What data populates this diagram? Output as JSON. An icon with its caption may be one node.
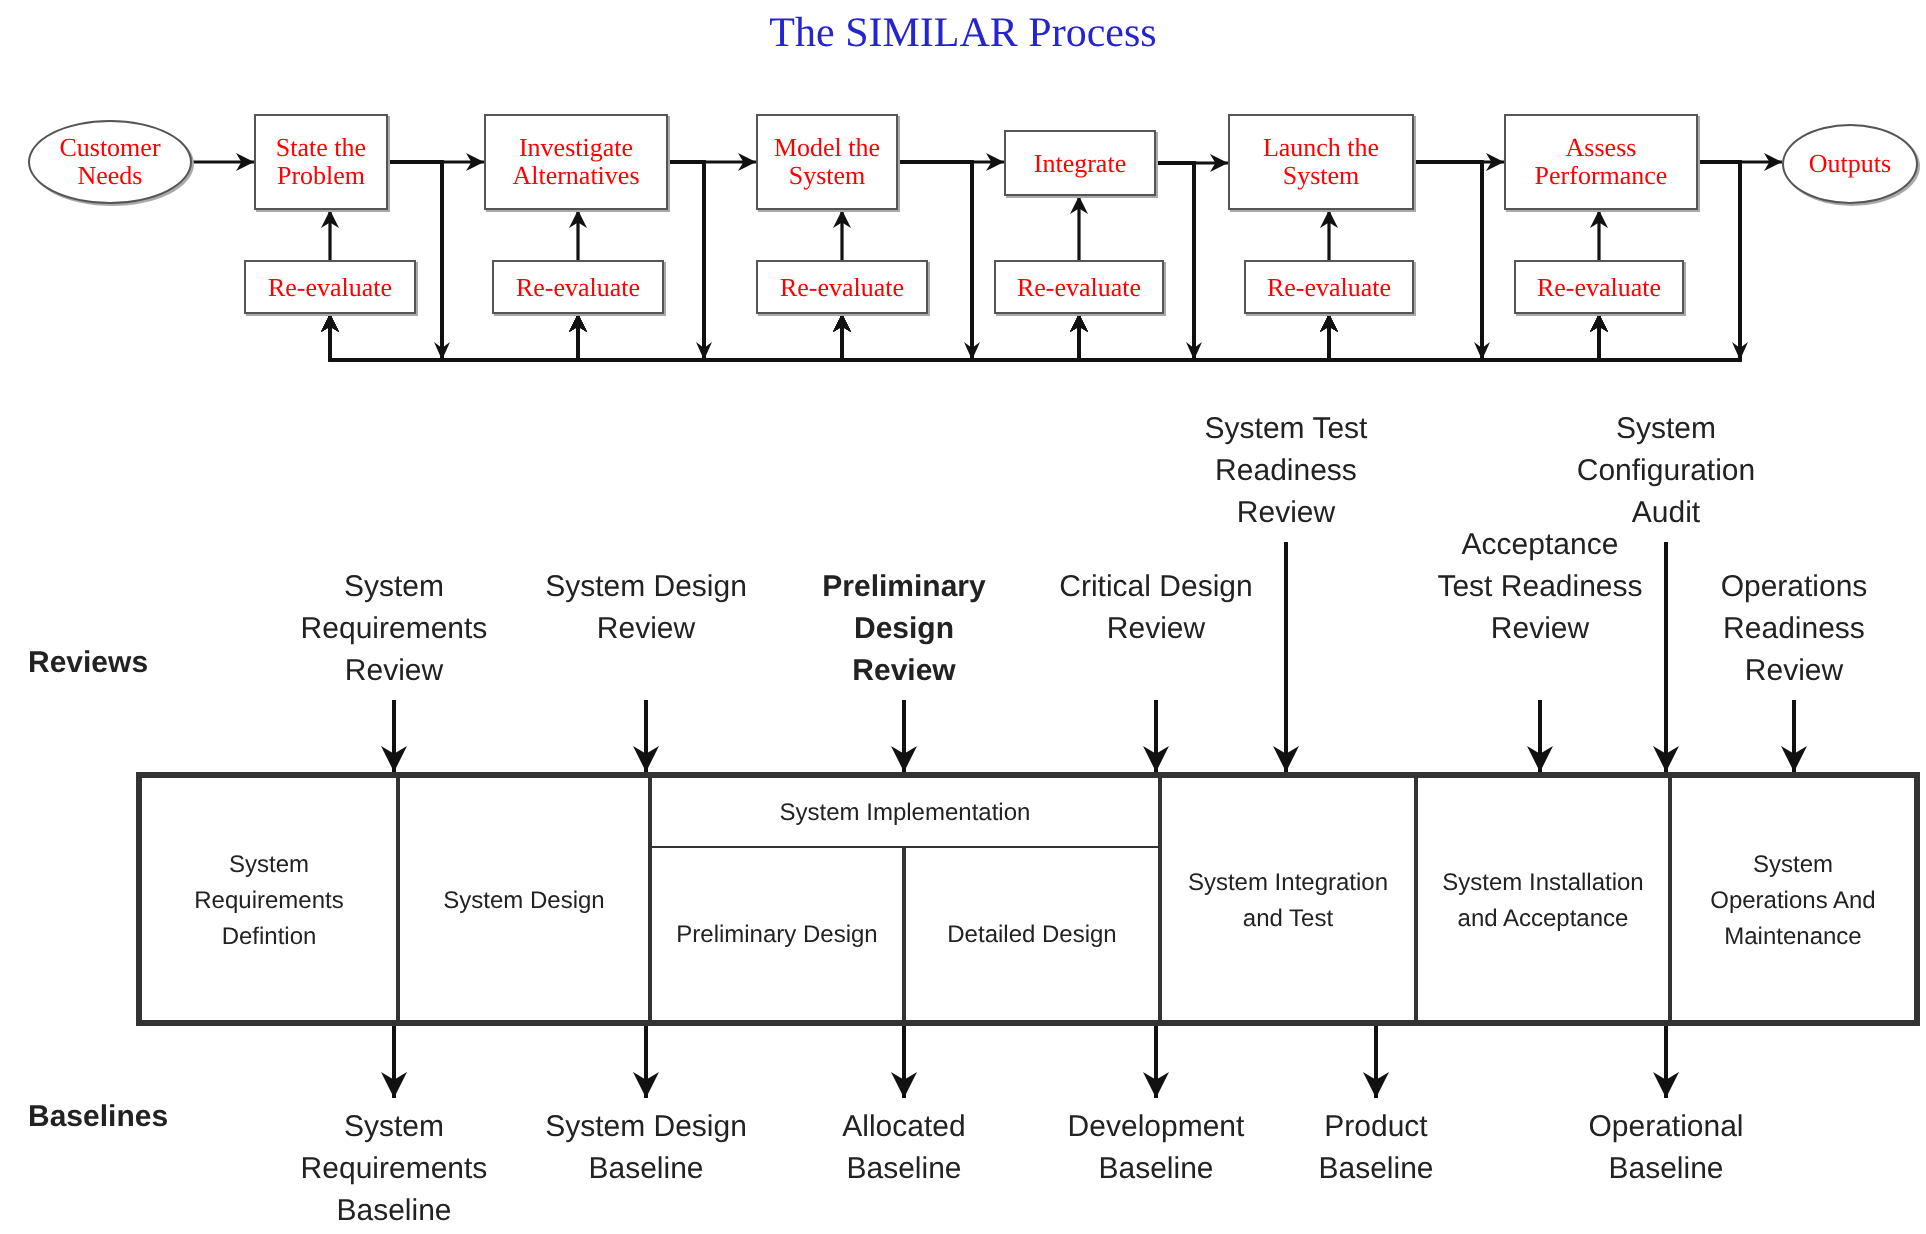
{
  "diagram": {
    "title": "The SIMILAR Process",
    "nodes": [
      {
        "text": [
          "Customer Needs"
        ]
      },
      {
        "text": [
          "State the Problem"
        ]
      },
      {
        "text": [
          "Investigate Alternatives"
        ]
      },
      {
        "text": [
          "Model the System"
        ]
      },
      {
        "text": [
          "Integrate"
        ]
      },
      {
        "text": [
          "Launch the System"
        ]
      },
      {
        "text": [
          "Assess Performance"
        ]
      },
      {
        "text": [
          "Outputs"
        ]
      },
      {
        "text": [
          "Re-evaluate"
        ]
      },
      {
        "text": [
          "Re-evaluate"
        ]
      },
      {
        "text": [
          "Re-evaluate"
        ]
      },
      {
        "text": [
          "Re-evaluate"
        ]
      },
      {
        "text": [
          "Re-evaluate"
        ]
      },
      {
        "text": [
          "Re-evaluate"
        ]
      },
      {
        "text": [
          "System Requirements Review"
        ]
      },
      {
        "text": [
          "System Design Review"
        ]
      },
      {
        "text": [
          "Preliminary Design Review"
        ]
      },
      {
        "text": [
          "Critical Design Review"
        ]
      },
      {
        "text": [
          "System Test Readiness Review"
        ]
      },
      {
        "text": [
          "System Configuration Audit"
        ]
      },
      {
        "text": [
          "Acceptance Test Readiness Review"
        ]
      },
      {
        "text": [
          "Operations Readiness Review"
        ]
      },
      {
        "text": [],
        "shape": "box"
      },
      {
        "text": [
          "System Requirements Defintion"
        ],
        "in": 22
      },
      {
        "text": [
          "System Design"
        ],
        "in": 22
      },
      {
        "text": [
          "System Implementation"
        ],
        "in": 22
      },
      {
        "text": [
          "Preliminary Design"
        ],
        "in": 22
      },
      {
        "text": [
          "Detailed Design"
        ],
        "in": 22
      },
      {
        "text": [
          "System Integration and Test"
        ],
        "in": 22
      },
      {
        "text": [
          "System Installation and Acceptance"
        ],
        "in": 22
      },
      {
        "text": [
          "System Operations And Maintenance"
        ],
        "in": 22
      },
      {
        "text": [
          "System Requirements Baseline"
        ]
      },
      {
        "text": [
          "System Design Baseline"
        ]
      },
      {
        "text": [
          "Allocated Baseline"
        ]
      },
      {
        "text": [
          "Development Baseline"
        ]
      },
      {
        "text": [
          "Product Baseline"
        ]
      },
      {
        "text": [
          "Operational Baseline"
        ]
      }
    ],
    "edges": [
      {
        "from": 0,
        "to": 1,
        "arrow": "to"
      },
      {
        "from": 1,
        "to": 2,
        "arrow": "to"
      },
      {
        "from": 2,
        "to": 3,
        "arrow": "to"
      },
      {
        "from": 3,
        "to": 4,
        "arrow": "to"
      },
      {
        "from": 4,
        "to": 5,
        "arrow": "to"
      },
      {
        "from": 5,
        "to": 6,
        "arrow": "to"
      },
      {
        "from": 6,
        "to": 7,
        "arrow": "to"
      },
      {
        "from": 8,
        "to": 1,
        "arrow": "to"
      },
      {
        "from": 9,
        "to": 2,
        "arrow": "to"
      },
      {
        "from": 10,
        "to": 3,
        "arrow": "to"
      },
      {
        "from": 11,
        "to": 4,
        "arrow": "to"
      },
      {
        "from": 12,
        "to": 5,
        "arrow": "to"
      },
      {
        "from": 13,
        "to": 6,
        "arrow": "to"
      },
      {
        "from": 1,
        "to": 8,
        "arrow": "to"
      },
      {
        "from": 1,
        "to": 9,
        "arrow": "to"
      },
      {
        "from": 1,
        "to": 10,
        "arrow": "to"
      },
      {
        "from": 1,
        "to": 11,
        "arrow": "to"
      },
      {
        "from": 1,
        "to": 12,
        "arrow": "to"
      },
      {
        "from": 1,
        "to": 13,
        "arrow": "to"
      },
      {
        "from": 2,
        "to": 8,
        "arrow": "to"
      },
      {
        "from": 2,
        "to": 9,
        "arrow": "to"
      },
      {
        "from": 2,
        "to": 10,
        "arrow": "to"
      },
      {
        "from": 2,
        "to": 11,
        "arrow": "to"
      },
      {
        "from": 2,
        "to": 12,
        "arrow": "to"
      },
      {
        "from": 2,
        "to": 13,
        "arrow": "to"
      },
      {
        "from": 3,
        "to": 8,
        "arrow": "to"
      },
      {
        "from": 3,
        "to": 9,
        "arrow": "to"
      },
      {
        "from": 3,
        "to": 10,
        "arrow": "to"
      },
      {
        "from": 3,
        "to": 11,
        "arrow": "to"
      },
      {
        "from": 3,
        "to": 12,
        "arrow": "to"
      },
      {
        "from": 3,
        "to": 13,
        "arrow": "to"
      },
      {
        "from": 4,
        "to": 8,
        "arrow": "to"
      },
      {
        "from": 4,
        "to": 9,
        "arrow": "to"
      },
      {
        "from": 4,
        "to": 10,
        "arrow": "to"
      },
      {
        "from": 4,
        "to": 11,
        "arrow": "to"
      },
      {
        "from": 4,
        "to": 12,
        "arrow": "to"
      },
      {
        "from": 4,
        "to": 13,
        "arrow": "to"
      },
      {
        "from": 5,
        "to": 8,
        "arrow": "to"
      },
      {
        "from": 5,
        "to": 9,
        "arrow": "to"
      },
      {
        "from": 5,
        "to": 10,
        "arrow": "to"
      },
      {
        "from": 5,
        "to": 11,
        "arrow": "to"
      },
      {
        "from": 5,
        "to": 12,
        "arrow": "to"
      },
      {
        "from": 5,
        "to": 13,
        "arrow": "to"
      },
      {
        "from": 6,
        "to": 8,
        "arrow": "to"
      },
      {
        "from": 6,
        "to": 9,
        "arrow": "to"
      },
      {
        "from": 6,
        "to": 10,
        "arrow": "to"
      },
      {
        "from": 6,
        "to": 11,
        "arrow": "to"
      },
      {
        "from": 6,
        "to": 12,
        "arrow": "to"
      },
      {
        "from": 6,
        "to": 13,
        "arrow": "to"
      },
      {
        "from": 14,
        "to": 31,
        "arrow": "to"
      },
      {
        "from": 15,
        "to": 32,
        "arrow": "to"
      },
      {
        "from": 16,
        "to": 25,
        "arrow": "to"
      },
      {
        "from": 17,
        "to": 34,
        "arrow": "to"
      },
      {
        "from": 18,
        "to": 28,
        "arrow": "to"
      },
      {
        "from": 19,
        "to": 36,
        "arrow": "to"
      },
      {
        "from": 20,
        "to": 29,
        "arrow": "to"
      },
      {
        "from": 21,
        "to": 30,
        "arrow": "to"
      },
      {
        "from": 28,
        "to": 35,
        "arrow": "to"
      },
      {
        "from": 25,
        "to": 33,
        "arrow": "to"
      }
    ],
    "labels": [
      "Reviews",
      "Baselines"
    ]
  }
}
